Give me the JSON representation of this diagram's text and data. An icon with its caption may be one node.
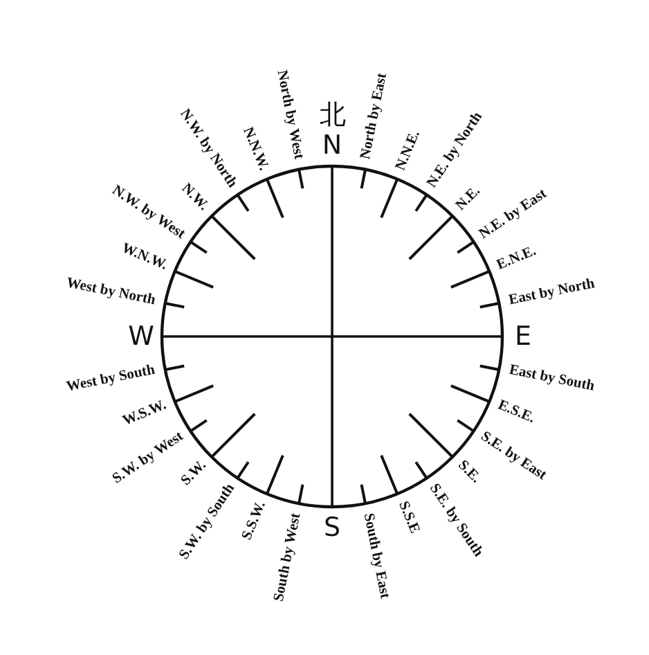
{
  "diagram": {
    "labels": [
      "北",
      "N",
      "North by East",
      "N.N.E.",
      "N.E. by North",
      "N.E.",
      "N.E. by East",
      "E.N.E.",
      "East by North",
      "E",
      "East by South",
      "E.S.E.",
      "S.E. by East",
      "S.E.",
      "S.E. by South",
      "S.S.E",
      "South by East",
      "S",
      "South by West",
      "S.S.W.",
      "S.W. by South",
      "S.W.",
      "S.W. by West",
      "W.S.W.",
      "West by South",
      "W",
      "West by North",
      "W.N.W.",
      "N.W. by West",
      "N.W.",
      "N.W. by North",
      "N.N.W.",
      "North by West"
    ]
  }
}
